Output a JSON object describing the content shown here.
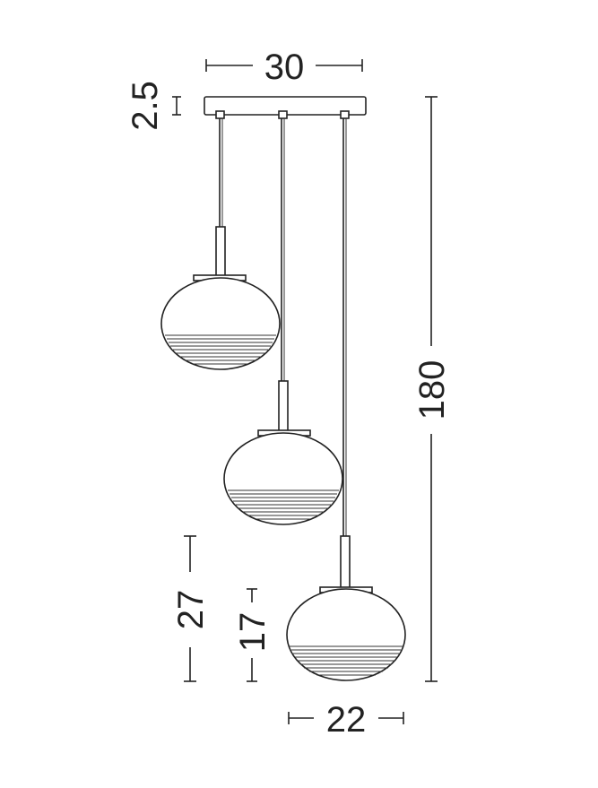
{
  "dimensions": {
    "canopy_width": "30",
    "canopy_height": "2.5",
    "total_height": "180",
    "shade_height": "17",
    "shade_with_stem_height": "27",
    "shade_diameter": "22"
  },
  "colors": {
    "line": "#222222",
    "background": "#ffffff"
  }
}
